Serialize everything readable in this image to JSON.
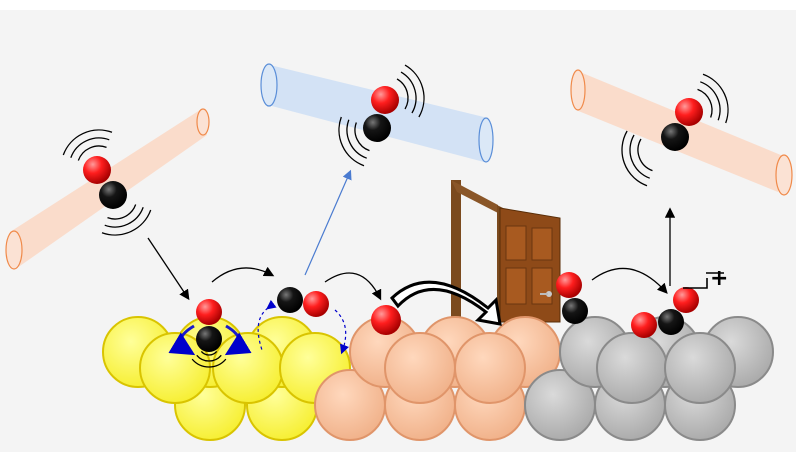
{
  "figure": {
    "background": "#f4f4f4",
    "surfaces": [
      {
        "name": "gold-surface",
        "fill": "#ffff66",
        "stroke": "#d9c400"
      },
      {
        "name": "copper-surface",
        "fill": "#f6c4a2",
        "stroke": "#e0956a"
      },
      {
        "name": "gray-surface",
        "fill": "#bdbdbd",
        "stroke": "#8a8a8a"
      }
    ],
    "atoms": {
      "oxygen": "#ff1e1e",
      "carbon": "#111111"
    },
    "beams": {
      "left": "#fbd9c6",
      "middle": "#cfe0f5",
      "right": "#fbd9c6"
    },
    "arrows": {
      "desorption": "#4a7bd0",
      "diffusion": "#0000cc",
      "rotation": "#1a1acc"
    },
    "door": {
      "frame": "#7b4a1e",
      "panel": "#8b4a14"
    },
    "charge_label": "+"
  }
}
